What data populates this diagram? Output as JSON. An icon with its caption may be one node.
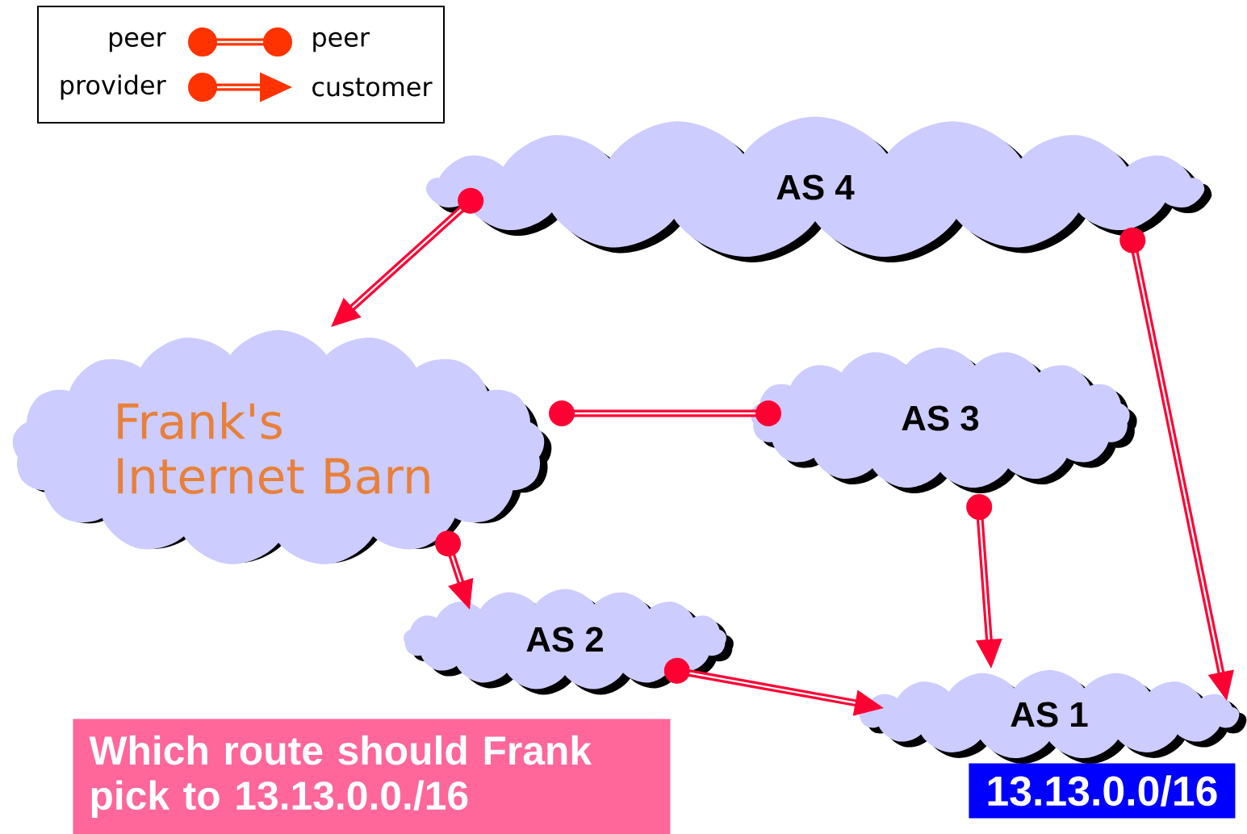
{
  "diagram": {
    "nodes": [
      {
        "text": [
          "AS 4"
        ]
      },
      {
        "text": [
          "Frank's Internet Barn"
        ]
      },
      {
        "text": [
          "AS 3"
        ]
      },
      {
        "text": [
          "AS 2"
        ]
      },
      {
        "text": [
          "AS 1"
        ]
      },
      {
        "text": [
          "13.13.0.0/16"
        ]
      },
      {
        "text": [
          "Which route should Frank pick to 13.13.0.0./16"
        ]
      }
    ],
    "edges": [
      {
        "from": 0,
        "to": 1,
        "arrow": "to"
      },
      {
        "from": 1,
        "to": 2,
        "arrow": "other"
      },
      {
        "from": 1,
        "to": 3,
        "arrow": "to"
      },
      {
        "from": 2,
        "to": 4,
        "arrow": "to"
      },
      {
        "from": 3,
        "to": 4,
        "arrow": "to"
      },
      {
        "from": 0,
        "to": 4,
        "arrow": "to"
      }
    ],
    "legend": [
      {
        "text": "peer"
      },
      {
        "text": "peer"
      },
      {
        "text": "provider"
      },
      {
        "text": "customer"
      }
    ]
  }
}
